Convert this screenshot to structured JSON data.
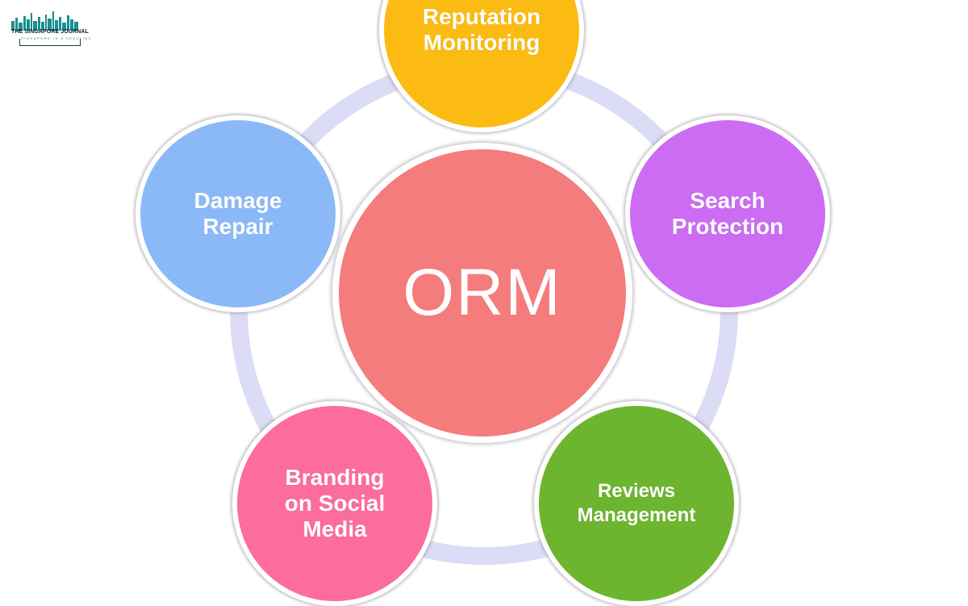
{
  "logo": {
    "title": "THE SINGAPORE JOURNAL",
    "subtitle": "SINGAPORE IN A HEADLINE"
  },
  "diagram": {
    "center": {
      "label": "ORM",
      "color": "#f47c7c"
    },
    "nodes": [
      {
        "id": "top",
        "label": "Reputation\nMonitoring",
        "color": "#fbbb12"
      },
      {
        "id": "right",
        "label": "Search\nProtection",
        "color": "#cc6cf2"
      },
      {
        "id": "bottom-right",
        "label": "Reviews\nManagement",
        "color": "#6db52f"
      },
      {
        "id": "bottom-left",
        "label": "Branding\non Social\nMedia",
        "color": "#fc6c9c"
      },
      {
        "id": "left",
        "label": "Damage\nRepair",
        "color": "#8bb9f8"
      }
    ],
    "ring_color": "#dcdcf7"
  }
}
